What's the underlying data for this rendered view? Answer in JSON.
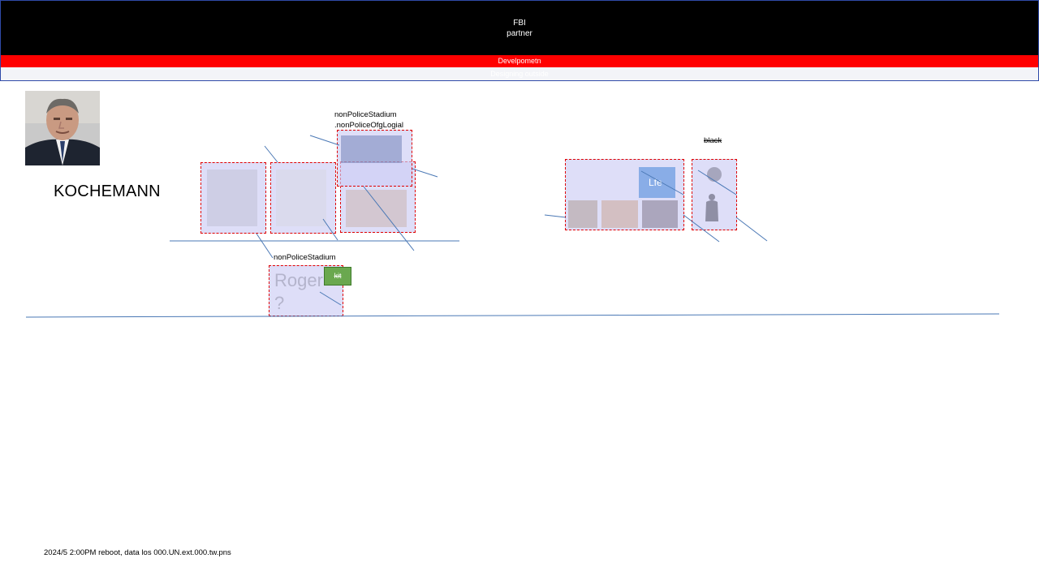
{
  "header": {
    "line1": "FBI",
    "line2": "partner",
    "red_bar": "Develpometn",
    "light_bar": "Designing outside"
  },
  "profile": {
    "name": "KOCHEMANN"
  },
  "labels": {
    "top_label_line1": "nonPoliceStadium",
    "top_label_line2": ".nonPoliceOfgLogial",
    "mid_label": "nonPoliceStadium",
    "right_label": "black"
  },
  "boxes": {
    "roger_text_line1": "Roger",
    "roger_text_line2": "?",
    "kit_button": "kit",
    "blue_tile_text": "Lfe"
  },
  "footer": {
    "text": "2024/5 2:00PM reboot, data los 000.UN.ext.000.tw.pns"
  },
  "colors": {
    "header_bg": "#000000",
    "red_bar": "#ff0000",
    "kit_green": "#6aa84f",
    "connector_blue": "#4a78b5",
    "dash_red": "#e00000"
  }
}
